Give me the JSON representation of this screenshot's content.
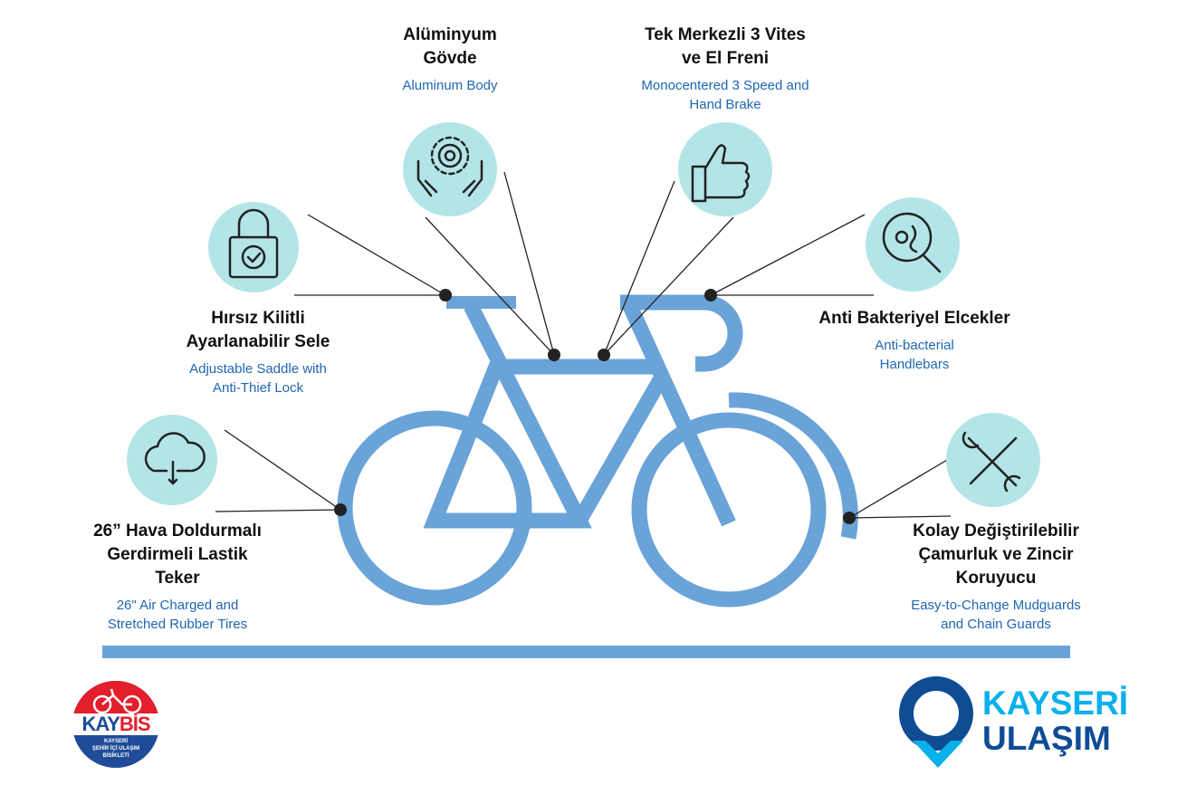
{
  "features": [
    {
      "id": "body",
      "tr": [
        "Alüminyum",
        "Gövde"
      ],
      "en": [
        "Aluminum Body"
      ],
      "icon": "gear-hands-icon"
    },
    {
      "id": "gears",
      "tr": [
        "Tek Merkezli 3 Vites",
        "ve El Freni"
      ],
      "en": [
        "Monocentered 3 Speed and",
        "Hand Brake"
      ],
      "icon": "thumbs-up-icon"
    },
    {
      "id": "saddle",
      "tr": [
        "Hırsız Kilitli",
        "Ayarlanabilir Sele"
      ],
      "en": [
        "Adjustable Saddle with",
        "Anti-Thief Lock"
      ],
      "icon": "lock-icon"
    },
    {
      "id": "handlebars",
      "tr": [
        "Anti Bakteriyel Elcekler"
      ],
      "en": [
        "Anti-bacterial",
        "Handlebars"
      ],
      "icon": "bacteria-magnifier-icon"
    },
    {
      "id": "tires",
      "tr": [
        "26” Hava Doldurmalı",
        "Gerdirmeli Lastik",
        "Teker"
      ],
      "en": [
        "26\" Air Charged and",
        "Stretched Rubber Tires"
      ],
      "icon": "cloud-air-icon"
    },
    {
      "id": "guards",
      "tr": [
        "Kolay Değiştirilebilir",
        "Çamurluk ve Zincir",
        "Koruyucu"
      ],
      "en": [
        "Easy-to-Change Mudguards",
        "and Chain Guards"
      ],
      "icon": "tools-icon"
    }
  ],
  "logos": {
    "kaybis": {
      "name_a": "KAY",
      "name_b": "BİS",
      "sub": [
        "KAYSERİ",
        "ŞEHİR İÇİ ULAŞIM",
        "BİSİKLETİ"
      ]
    },
    "kayseri": {
      "line1": "KAYSERİ",
      "line2": "ULAŞIM"
    }
  },
  "colors": {
    "bike": "#6aa3d7",
    "icon_bg": "#b3e5e8",
    "accent_text": "#1f66b3"
  }
}
